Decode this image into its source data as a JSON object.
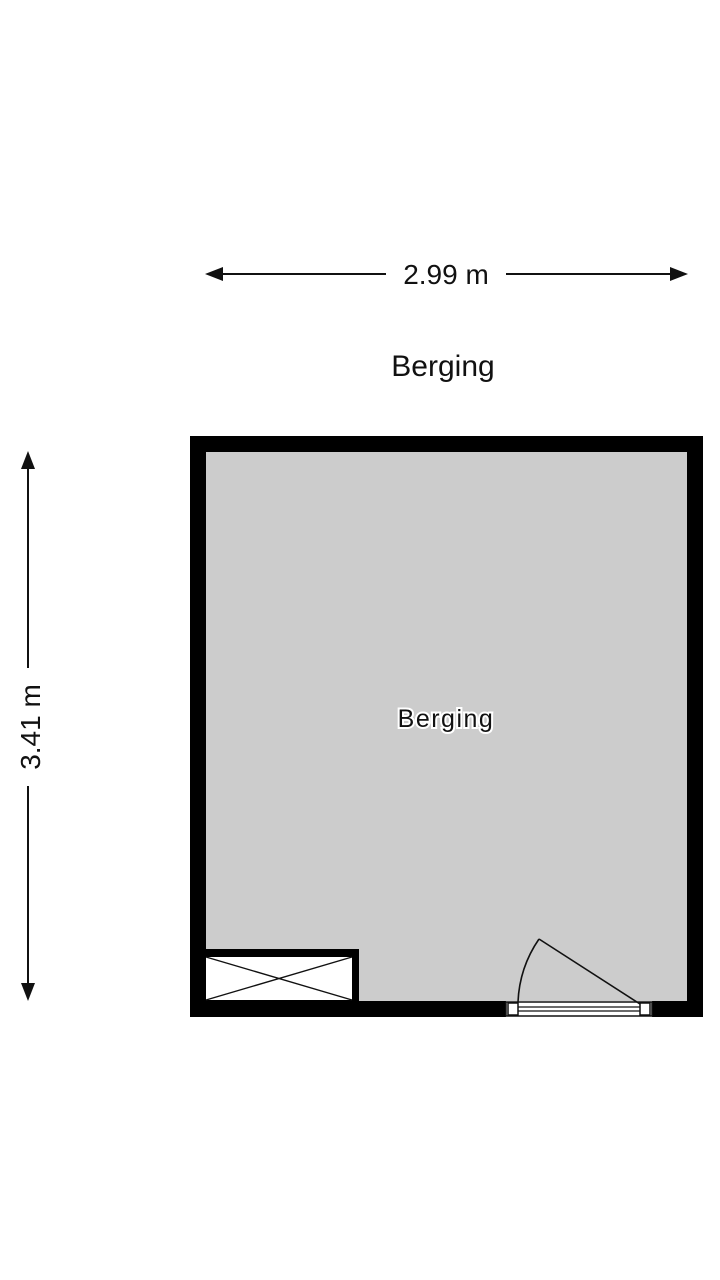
{
  "plan": {
    "title": "Berging",
    "room_label": "Berging",
    "width_dimension": "2.99 m",
    "height_dimension": "3.41 m"
  },
  "colors": {
    "wall": "#000000",
    "floor": "#cccccc",
    "background": "#ffffff",
    "line": "#111111"
  }
}
